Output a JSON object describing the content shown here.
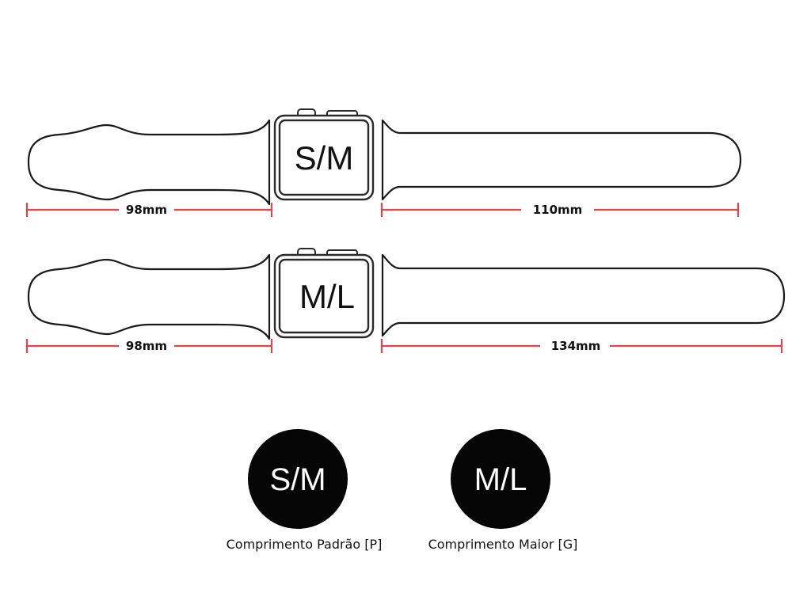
{
  "bands": [
    {
      "size_label": "S/M",
      "short_piece_length": "98mm",
      "long_piece_length": "110mm"
    },
    {
      "size_label": "M/L",
      "short_piece_length": "98mm",
      "long_piece_length": "134mm"
    }
  ],
  "legend": [
    {
      "label": "S/M",
      "caption": "Comprimento Padrão [P]"
    },
    {
      "label": "M/L",
      "caption": "Comprimento Maior [G]"
    }
  ],
  "colors": {
    "dimension_line": "#e0474c",
    "outline": "#1a1a1a",
    "circle_fill": "#050505"
  }
}
